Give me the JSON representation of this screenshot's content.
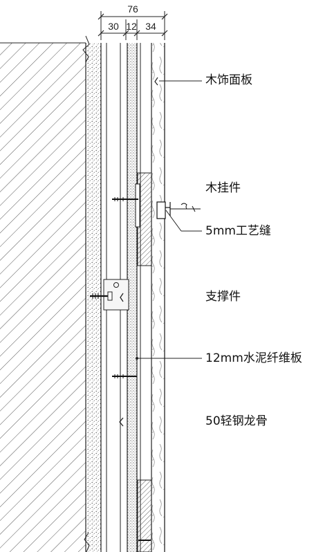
{
  "dimensions": {
    "total": "76",
    "segments": [
      "30",
      "12",
      "34"
    ]
  },
  "labels": {
    "wood_panel": "木饰面板",
    "wood_hanger": "木挂件",
    "gap": "5mm工艺缝",
    "support": "支撑件",
    "cement_board": "12mm水泥纤维板",
    "steel_keel": "50轻钢龙骨"
  }
}
